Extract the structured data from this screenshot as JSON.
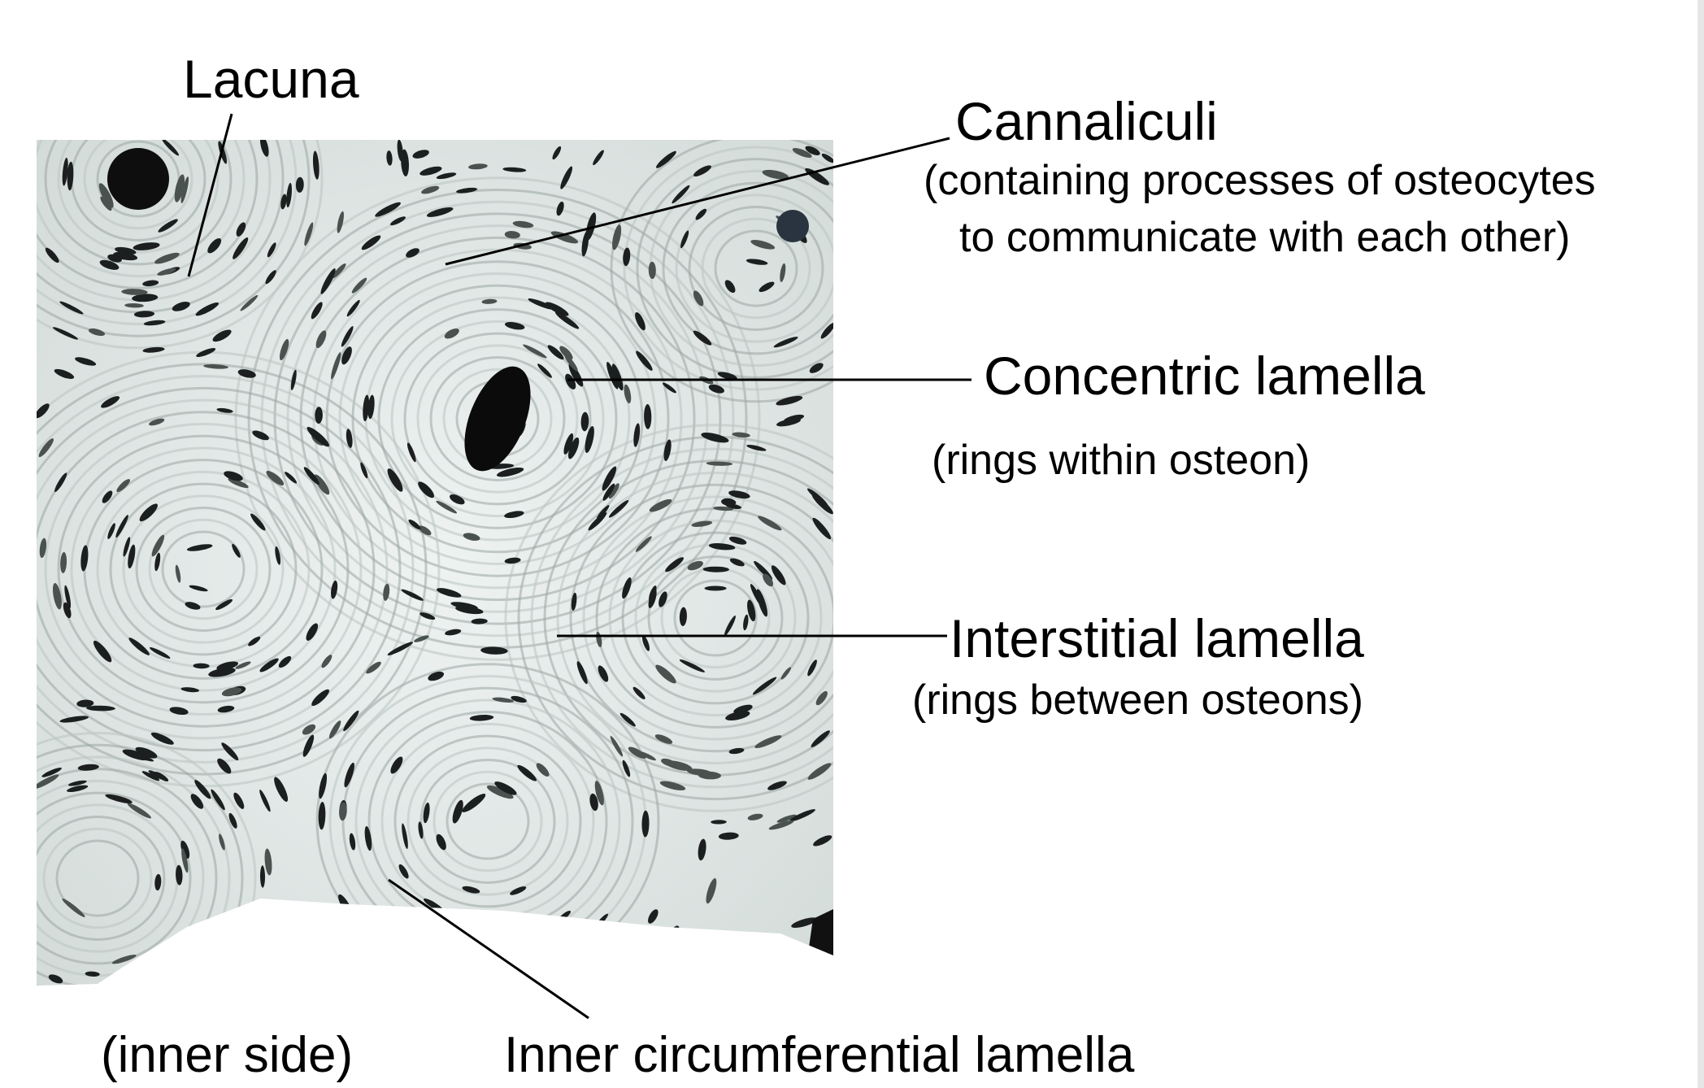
{
  "labels": {
    "lacuna": "Lacuna",
    "cannaliculi": "Cannaliculi",
    "cannaliculi_desc_1": "(containing processes of osteocytes",
    "cannaliculi_desc_2": "to communicate with each other)",
    "concentric": "Concentric lamella",
    "concentric_desc": "(rings within osteon)",
    "interstitial": "Interstitial lamella",
    "interstitial_desc": "(rings between osteons)",
    "inner_side": "(inner side)",
    "inner_circumferential": "Inner circumferential lamella"
  },
  "colors": {
    "background": "#ffffff",
    "tissue_base": "#e4ebe9",
    "stain_dark": "#1a1a1a",
    "leader_line": "#000000"
  }
}
